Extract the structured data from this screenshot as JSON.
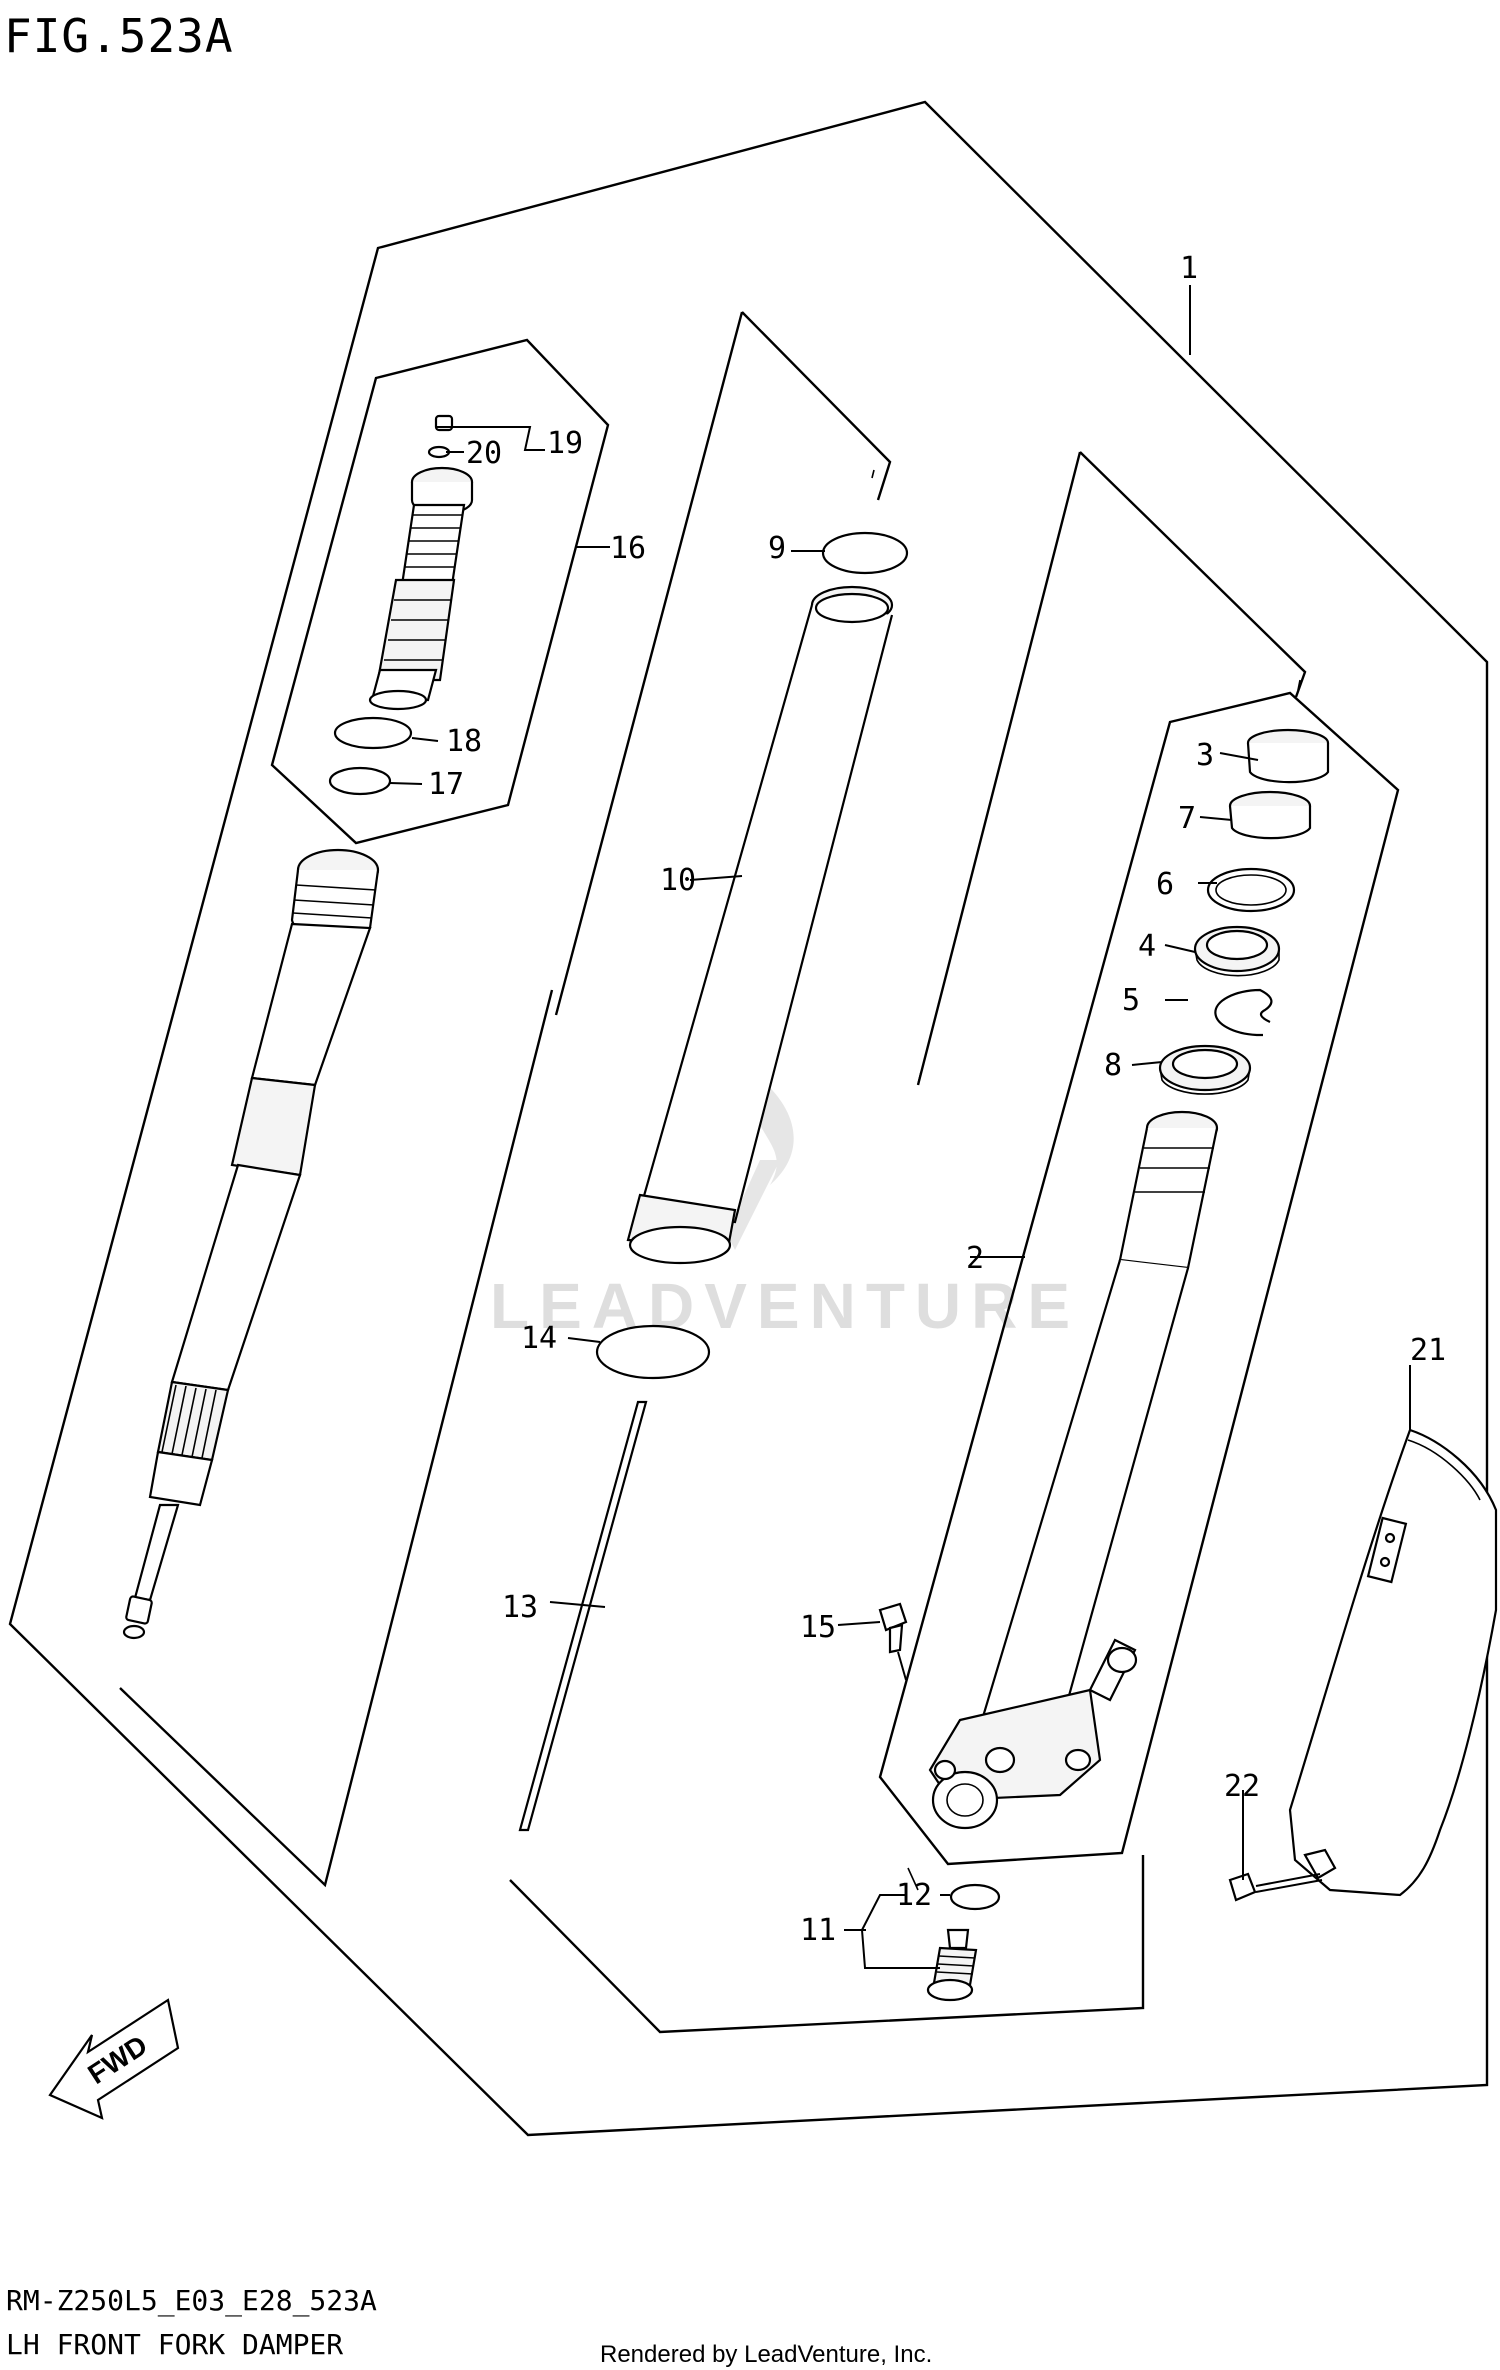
{
  "figure_title": "FIG.523A",
  "watermark": "LEADVENTURE",
  "footer": {
    "model_code": "RM-Z250L5_E03_E28_523A",
    "description": "LH FRONT FORK DAMPER",
    "credit": "Rendered by LeadVenture, Inc."
  },
  "fwd_label": "FWD",
  "callouts": {
    "c1": "1",
    "c2": "2",
    "c3": "3",
    "c4": "4",
    "c5": "5",
    "c6": "6",
    "c7": "7",
    "c8": "8",
    "c9": "9",
    "c10": "10",
    "c11": "11",
    "c12": "12",
    "c13": "13",
    "c14": "14",
    "c15": "15",
    "c16": "16",
    "c17": "17",
    "c18": "18",
    "c19": "19",
    "c20": "20",
    "c21": "21",
    "c22": "22"
  }
}
